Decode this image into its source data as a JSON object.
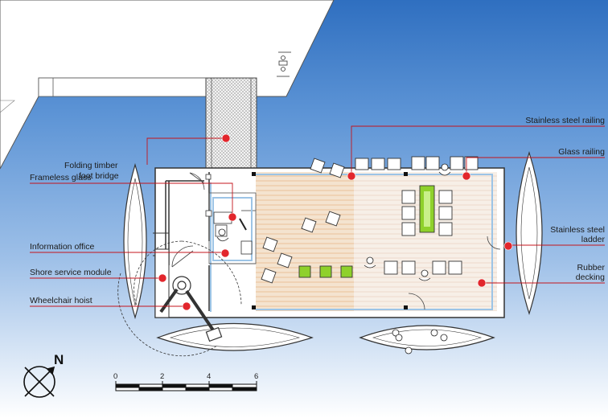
{
  "labels": {
    "folding_bridge_1": "Folding timber",
    "folding_bridge_2": "foot bridge",
    "frameless_glass": "Frameless glass",
    "information_office": "Information office",
    "shore_service_module": "Shore service module",
    "wheelchair_hoist": "Wheelchair hoist",
    "stainless_railing": "Stainless steel railing",
    "glass_railing": "Glass railing",
    "stainless_ladder_1": "Stainless steel",
    "stainless_ladder_2": "ladder",
    "rubber_decking_1": "Rubber",
    "rubber_decking_2": "decking"
  },
  "scale_bar": {
    "ticks": [
      "0",
      "2",
      "4",
      "6"
    ]
  },
  "north": "N",
  "colors": {
    "leader": "#c4141c",
    "marker": "#e2262c",
    "timber_deck": "#f1d9bf",
    "rubber_deck": "#f3ebe3",
    "green_fixture": "#8fd12b",
    "railing": "#9cc4e6"
  }
}
